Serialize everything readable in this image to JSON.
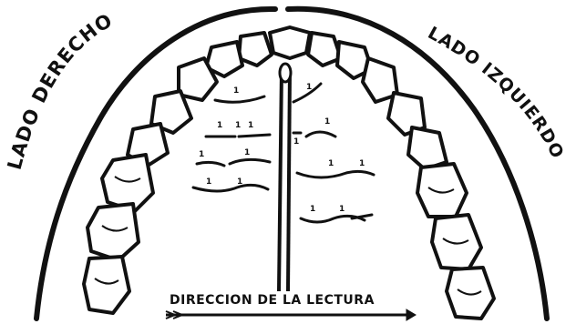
{
  "labels": {
    "right_side": "LADO DERECHO",
    "left_side": "LADO IZQUIERDO",
    "reading_direction": "DIRECCION DE LA LECTURA"
  },
  "colors": {
    "ink": "#111111",
    "paper": "#ffffff"
  }
}
